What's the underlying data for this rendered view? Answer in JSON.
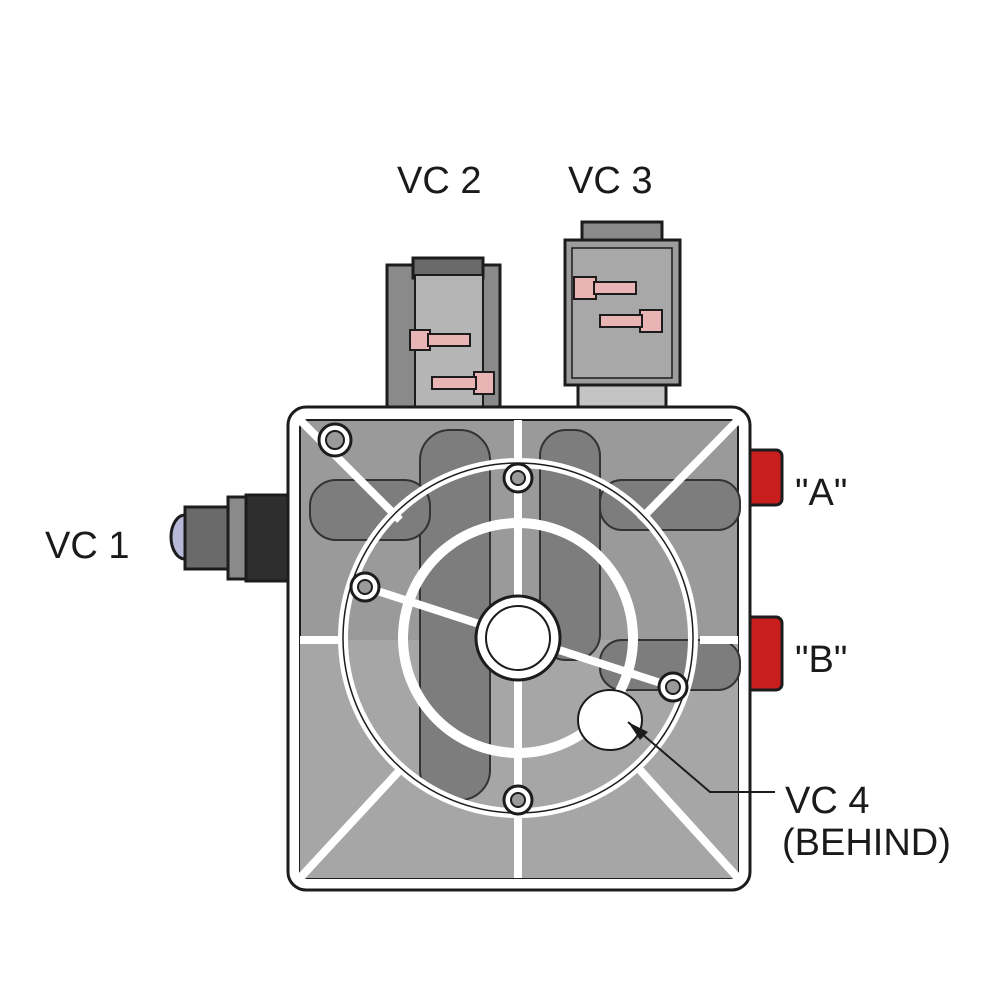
{
  "labels": {
    "vc1": "VC 1",
    "vc2": "VC 2",
    "vc3": "VC 3",
    "port_a": "\"A\"",
    "port_b": "\"B\"",
    "vc4_line1": "VC 4",
    "vc4_line2": "(BEHIND)"
  },
  "colors": {
    "body_gray": "#9a9a9a",
    "dark_gray": "#5f5f5f",
    "outline": "#1c1c1c",
    "port_red": "#c81e1e",
    "screw_pink": "#e8b4b4"
  }
}
